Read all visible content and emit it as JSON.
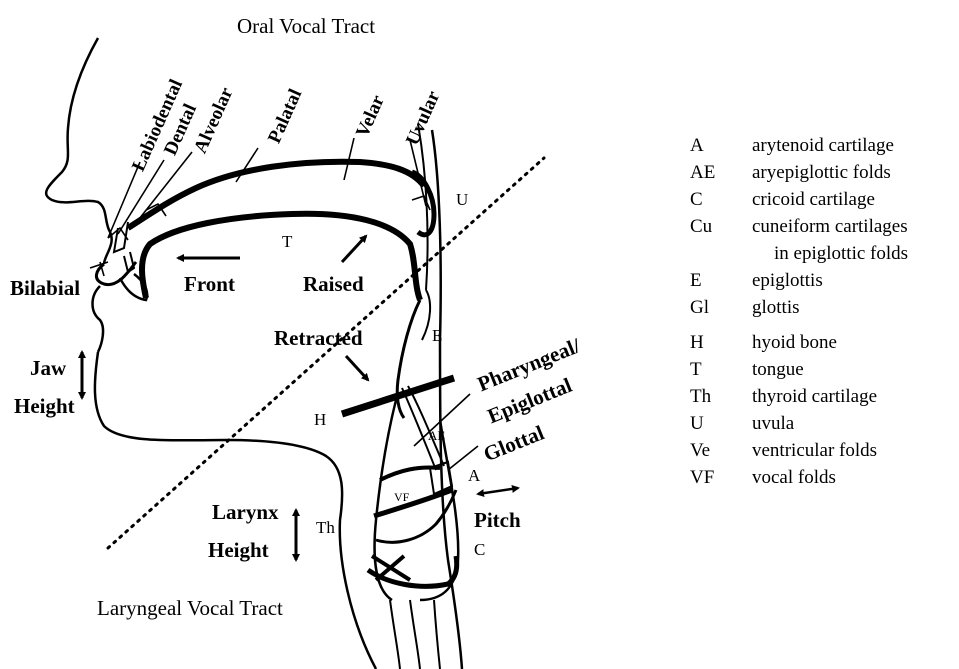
{
  "titles": {
    "oral": "Oral Vocal Tract",
    "laryngeal": "Laryngeal Vocal Tract"
  },
  "places": {
    "labiodental": "Labiodental",
    "dental": "Dental",
    "alveolar": "Alveolar",
    "palatal": "Palatal",
    "velar": "Velar",
    "uvular": "Uvular",
    "bilabial": "Bilabial",
    "pharyngeal": "Pharyngeal/",
    "epiglottal": "Epiglottal",
    "glottal": "Glottal"
  },
  "movements": {
    "front": "Front",
    "raised": "Raised",
    "retracted": "Retracted",
    "jaw_1": "Jaw",
    "jaw_2": "Height",
    "larynx_1": "Larynx",
    "larynx_2": "Height",
    "pitch": "Pitch"
  },
  "parts": {
    "T": "T",
    "U": "U",
    "E": "E",
    "H": "H",
    "AE": "AE",
    "A": "A",
    "VF": "VF",
    "Th": "Th",
    "C": "C"
  },
  "legend": [
    {
      "abbr": "A",
      "desc": "arytenoid cartilage"
    },
    {
      "abbr": "AE",
      "desc": "aryepiglottic folds"
    },
    {
      "abbr": "C",
      "desc": "cricoid cartilage"
    },
    {
      "abbr": "Cu",
      "desc": "cuneiform cartilages"
    },
    {
      "abbr": "",
      "desc": "in epiglottic folds"
    },
    {
      "abbr": "E",
      "desc": "epiglottis"
    },
    {
      "abbr": "Gl",
      "desc": "glottis"
    },
    {
      "abbr": "H",
      "desc": "hyoid bone"
    },
    {
      "abbr": "T",
      "desc": "tongue"
    },
    {
      "abbr": "Th",
      "desc": "thyroid cartilage"
    },
    {
      "abbr": "U",
      "desc": "uvula"
    },
    {
      "abbr": "Ve",
      "desc": "ventricular folds"
    },
    {
      "abbr": "VF",
      "desc": "vocal folds"
    }
  ]
}
